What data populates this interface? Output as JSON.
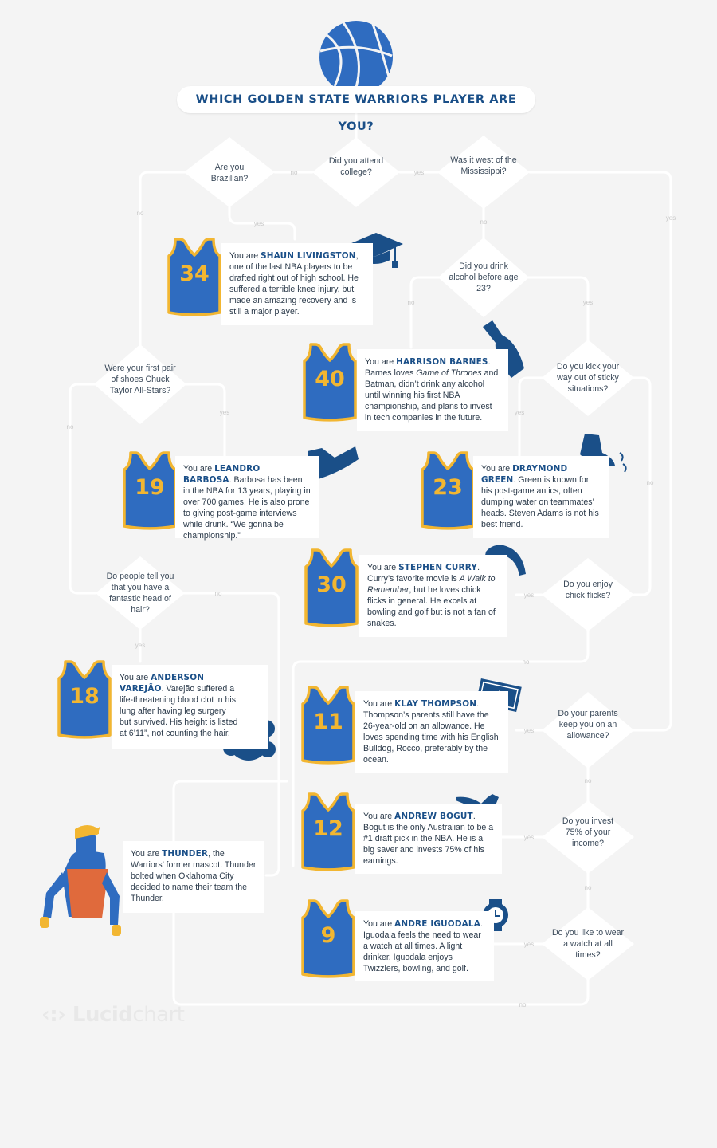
{
  "title": "WHICH GOLDEN STATE WARRIORS PLAYER ARE YOU?",
  "brand": {
    "bold": "Lucid",
    "light": "chart"
  },
  "questions": {
    "brazilian": "Are you Brazilian?",
    "college": "Did you attend college?",
    "mississippi": "Was it west of the Mississippi?",
    "alcohol": "Did you drink alcohol before age 23?",
    "shoes": "Were your first pair of shoes Chuck Taylor All-Stars?",
    "kick": "Do you kick your way out of sticky situations?",
    "hair": "Do people tell you that you have a fantastic head of hair?",
    "chick": "Do you enjoy chick flicks?",
    "allowance": "Do your parents keep you on an allowance?",
    "invest": "Do you invest 75% of your income?",
    "watch": "Do you like to wear a watch at all times?"
  },
  "edge_labels": {
    "yes": "yes",
    "no": "no"
  },
  "players": {
    "livingston": {
      "number": "34",
      "lead": "You are ",
      "name": "SHAUN LIVINGSTON",
      "text": ", one of the last NBA players to be drafted right out of high school. He suffered a terrible knee injury, but made an amazing recovery and is still a major player."
    },
    "barnes": {
      "number": "40",
      "lead": "You are ",
      "name": "HARRISON BARNES",
      "text": ". Barnes loves ",
      "italic": "Game of Thrones",
      "text2": " and Batman, didn’t drink any alcohol until winning his first NBA championship, and plans to invest in tech companies in the future."
    },
    "barbosa": {
      "number": "19",
      "lead": "You are ",
      "name": "LEANDRO BARBOSA",
      "text": ". Barbosa has been in the NBA for 13 years, playing in over 700 games. He is also prone to giving post-game interviews while drunk. “We gonna be championship.”"
    },
    "green": {
      "number": "23",
      "lead": "You are ",
      "name": "DRAYMOND GREEN",
      "text": ". Green is known for his post-game antics, often dumping water on teammates’ heads. Steven Adams is not his best friend."
    },
    "curry": {
      "number": "30",
      "lead": "You are ",
      "name": "STEPHEN CURRY",
      "text": ". Curry’s favorite movie is ",
      "italic": "A Walk to Remember",
      "text2": ", but he loves chick flicks in general. He excels at bowling and golf but is not a fan of snakes."
    },
    "varejao": {
      "number": "18",
      "lead": "You are ",
      "name": "ANDERSON VAREJÃO",
      "text": ". Varejão suffered a life-threatening blood clot in his lung after having leg surgery but survived. His height is listed at 6’11”, not counting the hair."
    },
    "thompson": {
      "number": "11",
      "lead": "You are ",
      "name": "KLAY THOMPSON",
      "text": ". Thompson’s parents still have the 26-year-old on an allowance. He loves spending time with his English Bulldog, Rocco, preferably by the ocean."
    },
    "bogut": {
      "number": "12",
      "lead": "You are ",
      "name": "ANDREW BOGUT",
      "text": ". Bogut is the only Australian to be a #1 draft pick in the NBA. He is a big saver and invests 75% of his earnings."
    },
    "thunder": {
      "lead": "You are ",
      "name": "THUNDER",
      "text": ", the Warriors’ former mascot. Thunder bolted when Oklahoma City decided to name their team the Thunder."
    },
    "iguodala": {
      "number": "9",
      "lead": "You are ",
      "name": "ANDRE IGUODALA",
      "text": ". Iguodala feels the need to wear a watch at all times. A light drinker, Iguodala enjoys Twizzlers, bowling, and golf."
    }
  },
  "icons": {
    "livingston": "graduation-cap-icon",
    "barnes": "bottle-icon",
    "barbosa": "sneaker-icon",
    "green": "kicking-shoe-icon",
    "curry": "mouthguard-icon",
    "varejao": "hair-icon",
    "thompson": "dollar-bill-icon",
    "bogut": "kangaroo-icon",
    "thunder": "mascot-icon",
    "iguodala": "watch-icon"
  },
  "colors": {
    "blue": "#2f6cc0",
    "navy": "#1a4f88",
    "gold": "#f2b631",
    "line": "#ffffff",
    "mascot_orange": "#e06a3c",
    "background": "#f4f4f4"
  }
}
